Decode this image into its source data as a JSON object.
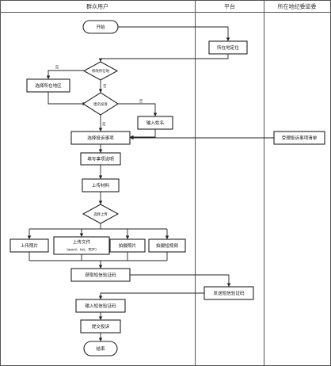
{
  "lanes": {
    "user": "群众用户",
    "platform": "平台",
    "commission": "所在地纪委监委"
  },
  "nodes": {
    "start": "开始",
    "locate": "所在地定位",
    "q_modify_location": "修改所在地",
    "select_region": "选择所在地区",
    "q_anonymous": "匿名投诉",
    "enter_name": "输入姓名",
    "select_matter": "选择投诉事项",
    "accept_list": "受理投诉事项清单",
    "fill_desc": "填写事项说明",
    "upload_material": "上传材料",
    "q_upload_choice": "选择上传",
    "upload_photo": "上传照片",
    "upload_file_line1": "上传文件",
    "upload_file_line2": "(word、txt、PDF)",
    "take_photo": "拍摄照片",
    "take_video": "拍摄短视频",
    "get_sms_code": "获取短信验证码",
    "send_sms_code": "发送短信验证码",
    "enter_sms_code": "输入短信验证码",
    "submit": "提交投诉",
    "end": "结束"
  },
  "edge_labels": {
    "modify_yes": "是",
    "modify_no": "否",
    "anon_yes": "是",
    "anon_no": "否"
  }
}
